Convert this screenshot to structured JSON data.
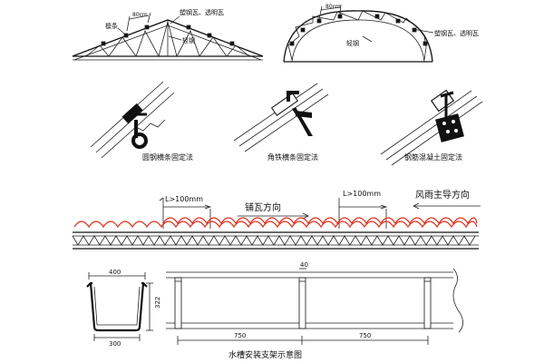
{
  "truss_triangle": {
    "purlin_label": "檩条",
    "spacing_label": "80cm",
    "tile_label": "塑钢瓦、透明瓦",
    "steel_label": "轻钢"
  },
  "truss_arch": {
    "spacing_label": "80cm",
    "tile_label": "塑钢瓦、透明瓦",
    "steel_label": "轻钢"
  },
  "methods": [
    {
      "label": "圆钢横条固定法",
      "icon": "round-steel-hook-icon"
    },
    {
      "label": "角铁横条固定法",
      "icon": "angle-iron-icon"
    },
    {
      "label": "钢筋混凝土固定法",
      "icon": "reinforced-concrete-icon"
    }
  ],
  "section": {
    "overlap_left": "L>100mm",
    "overlap_right": "L>100mm",
    "laying_direction": "铺瓦方向",
    "wind_direction": "风雨主导方向",
    "wave_color": "#e0301e"
  },
  "gutter": {
    "top_width": "400",
    "height": "322",
    "bottom_width": "300"
  },
  "frame": {
    "top_dim": "40",
    "span_left": "750",
    "span_right": "750",
    "caption": "水槽安装支架示意图"
  }
}
